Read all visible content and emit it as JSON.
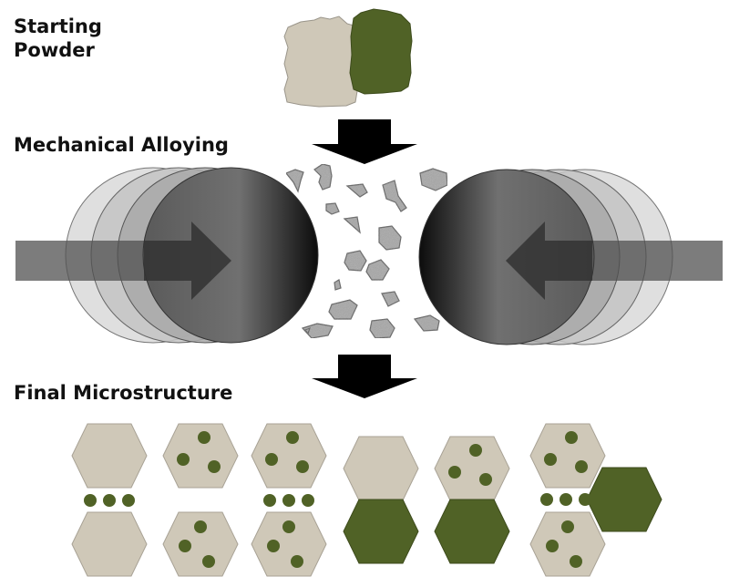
{
  "stages": {
    "starting_powder": "Starting\nPowder",
    "starting_powder_lines": [
      "Starting",
      "Powder"
    ],
    "mechanical_alloying": "Mechanical Alloying",
    "final_microstructure": "Final Microstructure"
  },
  "colors": {
    "matrix_beige": "#cfc8b8",
    "matrix_outline": "#a8a295",
    "second_phase_green": "#506226",
    "green_outline": "#3d4b1c",
    "flow_arrow": "#000000",
    "ball_dark": "#1a1a1a",
    "ball_mid": "#6e6e6e",
    "debris_gray": "#a6a6a6",
    "impact_arrow": "#404040"
  },
  "starting_powder_particles": [
    {
      "name": "beige-particle",
      "color_key": "matrix_beige"
    },
    {
      "name": "green-particle",
      "color_key": "second_phase_green"
    }
  ],
  "milling": {
    "left_ball_ghosts": 3,
    "right_ball_ghosts": 3,
    "debris_count": 19,
    "left_arrow_direction": "right",
    "right_arrow_direction": "left"
  },
  "microstructures": [
    {
      "type": "separated",
      "top": {
        "fill": "beige",
        "dots": 0
      },
      "bottom": {
        "fill": "beige",
        "dots": 0
      },
      "between_dots": 3
    },
    {
      "type": "separated",
      "top": {
        "fill": "beige",
        "dots": 3
      },
      "bottom": {
        "fill": "beige",
        "dots": 3
      },
      "between_dots": 0
    },
    {
      "type": "separated",
      "top": {
        "fill": "beige",
        "dots": 3
      },
      "bottom": {
        "fill": "beige",
        "dots": 3
      },
      "between_dots": 3
    },
    {
      "type": "stacked",
      "top": {
        "fill": "beige",
        "dots": 0
      },
      "bottom": {
        "fill": "green",
        "dots": 0
      },
      "between_dots": 0
    },
    {
      "type": "stacked",
      "top": {
        "fill": "beige",
        "dots": 3
      },
      "bottom": {
        "fill": "green",
        "dots": 0
      },
      "between_dots": 0
    },
    {
      "type": "triple",
      "top": {
        "fill": "beige",
        "dots": 3
      },
      "bottom": {
        "fill": "beige",
        "dots": 3
      },
      "side": {
        "fill": "green",
        "dots": 0
      },
      "between_dots": 3
    }
  ]
}
